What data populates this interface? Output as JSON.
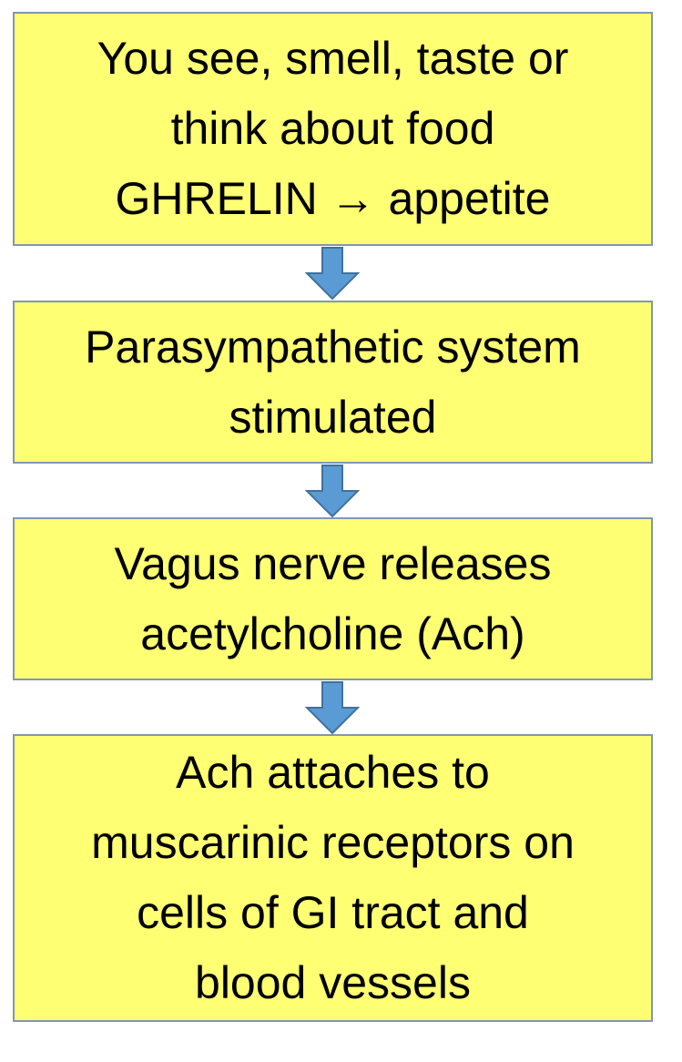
{
  "colors": {
    "box_fill": "#ffff73",
    "box_border": "#8296b4",
    "arrow_fill": "#5b9bd5",
    "arrow_stroke": "#41719c",
    "text": "#000000"
  },
  "steps": [
    {
      "lines": [
        "You see, smell, taste or",
        "think about food",
        "GHRELIN → appetite"
      ]
    },
    {
      "lines": [
        "Parasympathetic system",
        "stimulated"
      ]
    },
    {
      "lines": [
        "Vagus nerve releases",
        "acetylcholine (Ach)"
      ]
    },
    {
      "lines": [
        "Ach attaches to",
        "muscarinic receptors on",
        "cells of GI tract and",
        "blood vessels"
      ]
    }
  ],
  "arrows": [
    {
      "icon": "down-arrow-icon"
    },
    {
      "icon": "down-arrow-icon"
    },
    {
      "icon": "down-arrow-icon"
    }
  ]
}
